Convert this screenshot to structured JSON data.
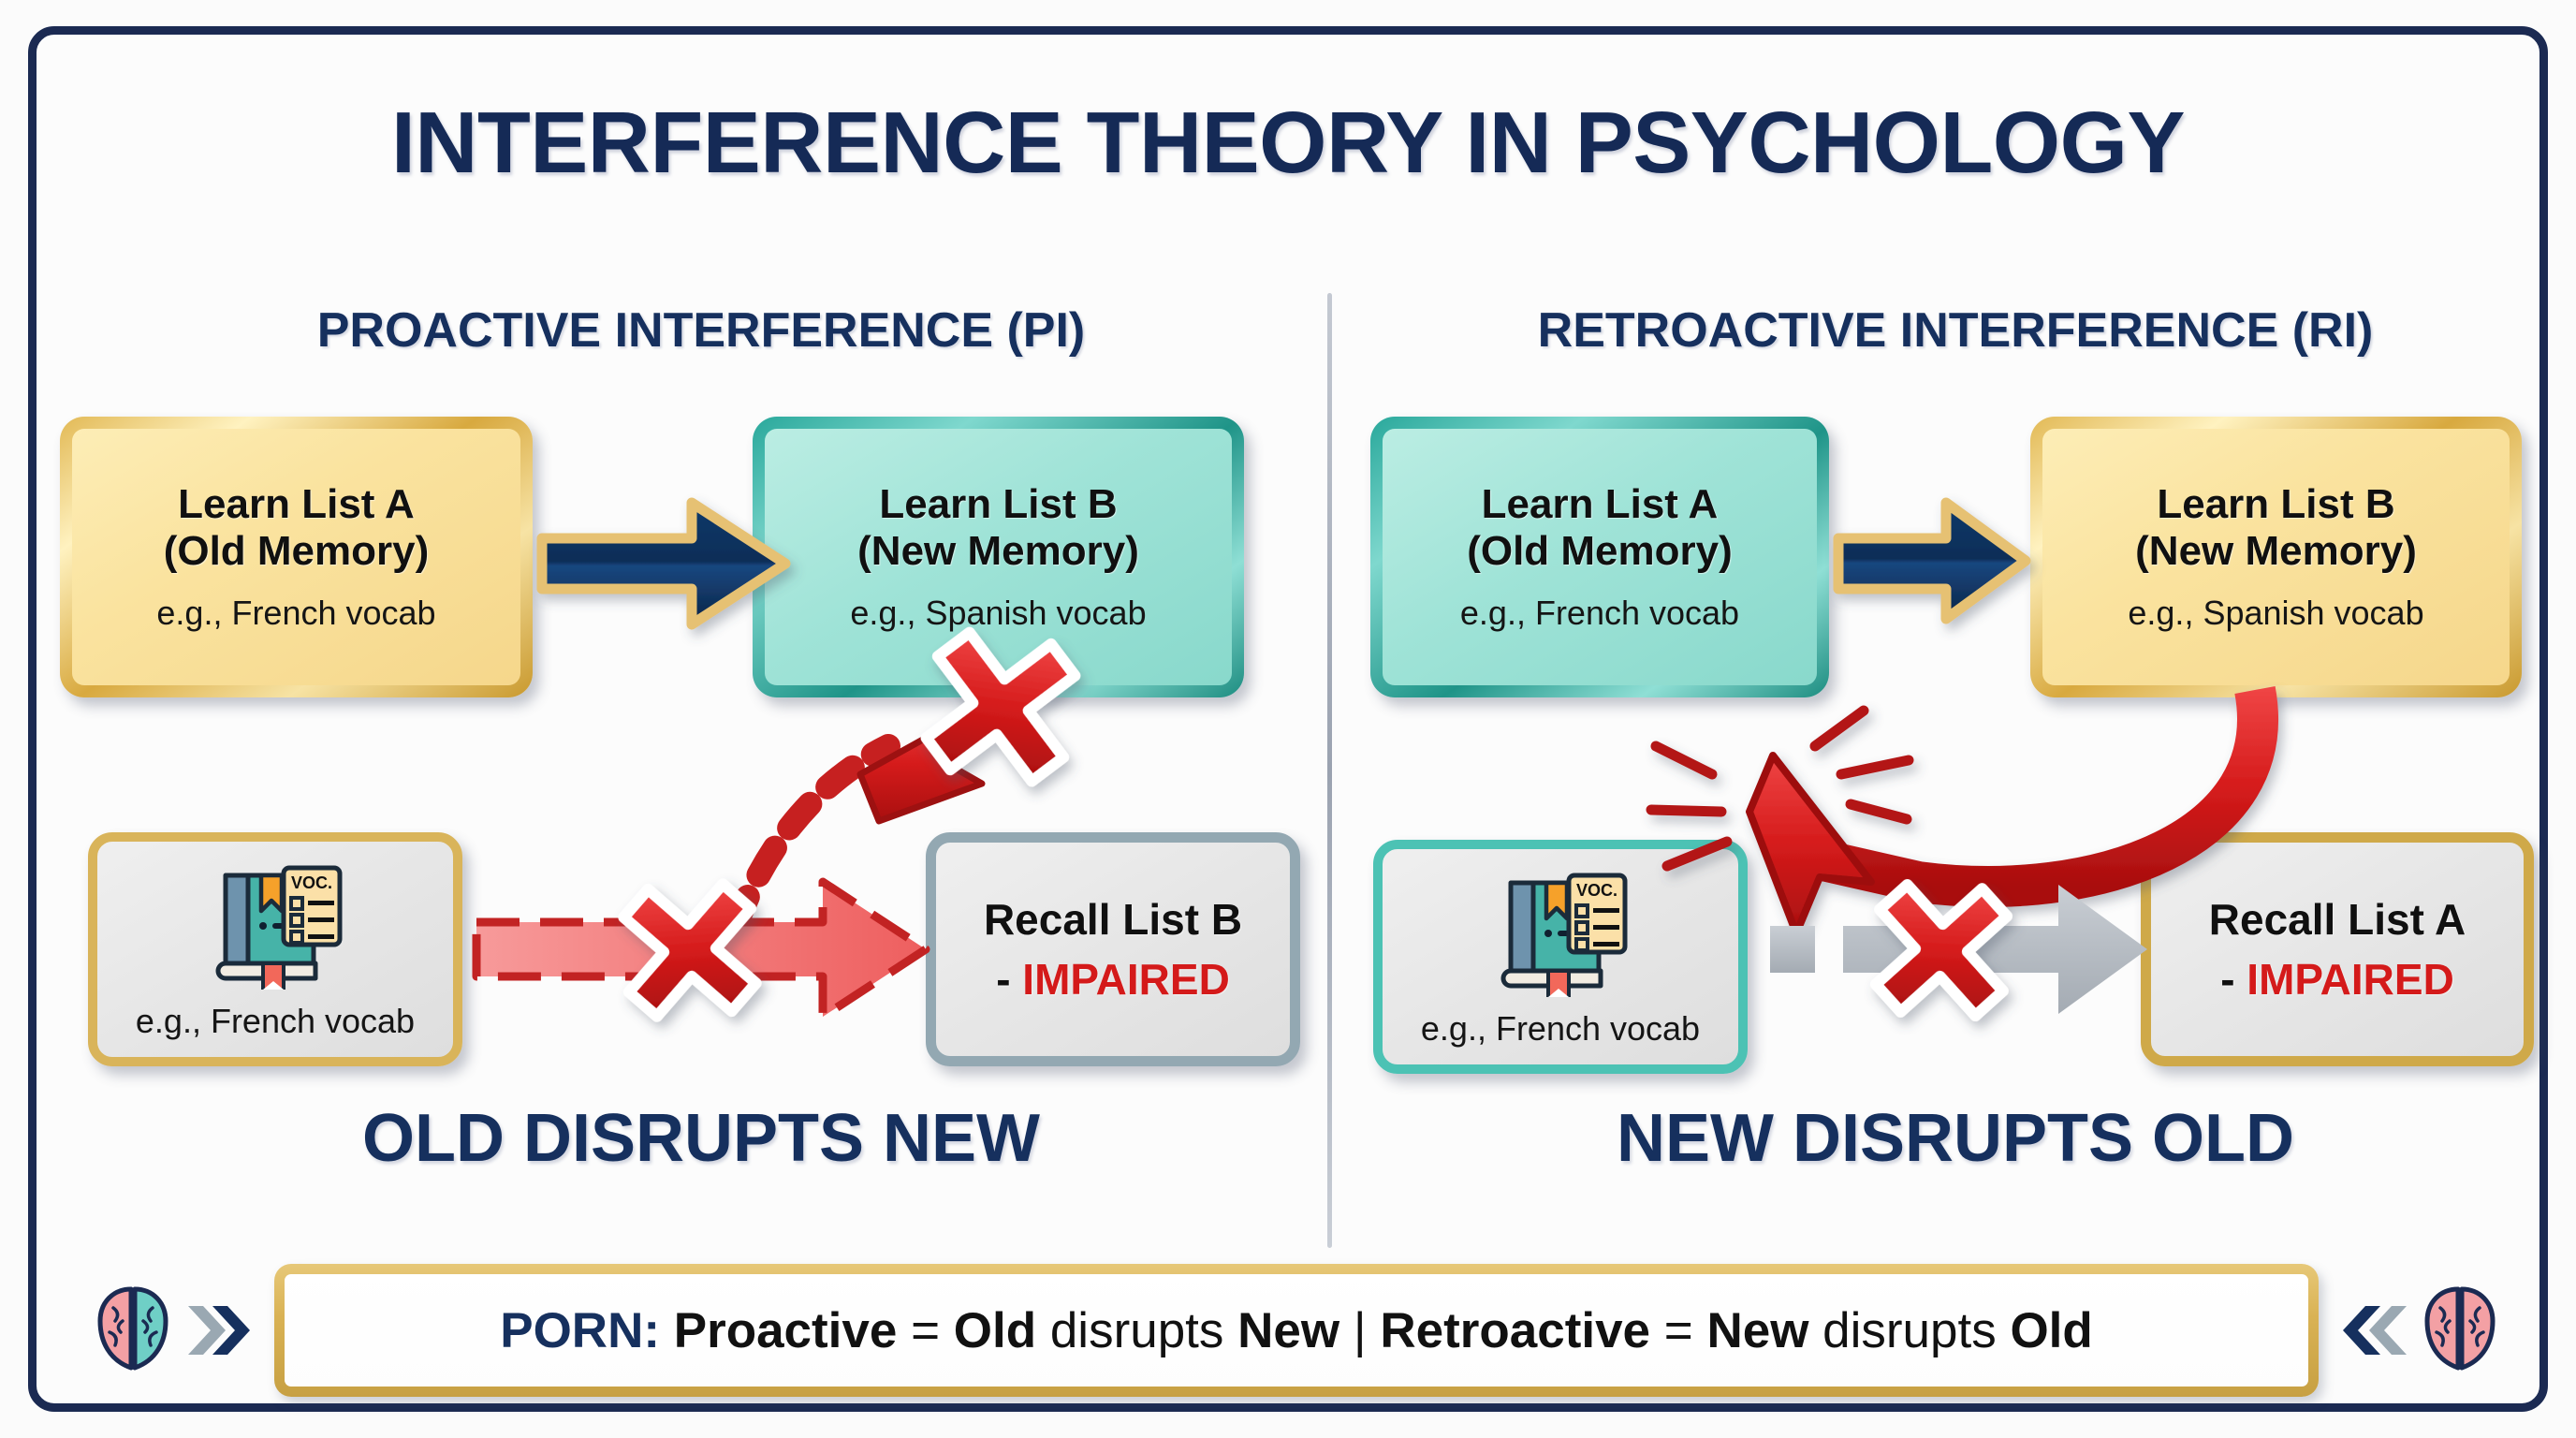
{
  "title": "INTERFERENCE THEORY IN PSYCHOLOGY",
  "panels": {
    "left": {
      "header": "PROACTIVE INTERFERENCE (PI)",
      "conclusion": "OLD DISRUPTS NEW",
      "boxes": {
        "learn_a": {
          "title_line1": "Learn List A",
          "title_line2": "(Old Memory)",
          "subtitle": "e.g., French vocab",
          "color": "#f6d689"
        },
        "learn_b": {
          "title_line1": "Learn List B",
          "title_line2": "(New Memory)",
          "subtitle": "e.g., Spanish vocab",
          "color": "#9fe3d7"
        },
        "cue": {
          "subtitle": "e.g., French vocab",
          "icon": "vocab-book-icon",
          "border_color": "#d9b45a"
        },
        "recall": {
          "title": "Recall List B",
          "status_dash": "- ",
          "status": "IMPAIRED",
          "border_color": "#93a8b2",
          "status_color": "#d41a1a"
        }
      }
    },
    "right": {
      "header": "RETROACTIVE INTERFERENCE (RI)",
      "conclusion": "NEW DISRUPTS OLD",
      "boxes": {
        "learn_a": {
          "title_line1": "Learn List A",
          "title_line2": "(Old Memory)",
          "subtitle": "e.g., French vocab",
          "color": "#9fe3d7"
        },
        "learn_b": {
          "title_line1": "Learn List B",
          "title_line2": "(New Memory)",
          "subtitle": "e.g., Spanish vocab",
          "color": "#f6d689"
        },
        "cue": {
          "subtitle": "e.g., French vocab",
          "icon": "vocab-book-icon",
          "border_color": "#4cc2b4"
        },
        "recall": {
          "title": "Recall List A",
          "status_dash": "- ",
          "status": "IMPAIRED",
          "border_color": "#cfa949",
          "status_color": "#d41a1a"
        }
      }
    }
  },
  "icons": {
    "vocab_sheet_label": "VOC.",
    "flow_arrow": "right-arrow-icon",
    "block_mark": "red-x-icon",
    "interference_arrow_left": "dashed-curved-up-arrow-icon",
    "interference_arrow_right": "solid-curved-back-arrow-icon",
    "brain": "brain-icon",
    "chevron": "double-chevron-icon"
  },
  "footer": {
    "mnemonic_key": "PORN:",
    "segment1_bold1": "Proactive",
    "segment1_eq": " = ",
    "segment1_bold2": "Old",
    "segment1_light": " disrupts ",
    "segment1_bold3": "New",
    "separator": " | ",
    "segment2_bold1": "Retroactive",
    "segment2_eq": " = ",
    "segment2_bold2": "New",
    "segment2_light": " disrupts ",
    "segment2_bold3": "Old",
    "full_text": "PORN: Proactive = Old disrupts New | Retroactive = New disrupts Old"
  },
  "colors": {
    "navy": "#16305e",
    "gold": "#d9b45a",
    "teal": "#4cc2b4",
    "red": "#d41a1a",
    "gray": "#e6e6e6"
  }
}
